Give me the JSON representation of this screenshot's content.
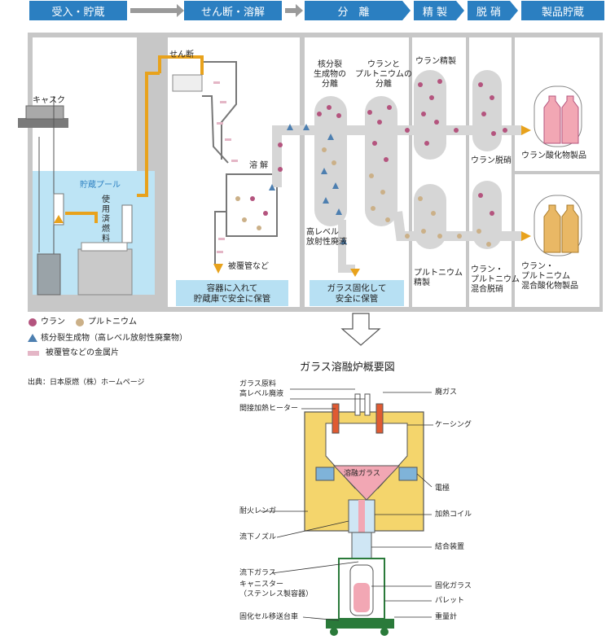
{
  "header": {
    "stages": [
      "受入・貯蔵",
      "せん断・溶解",
      "分　離",
      "精 製",
      "脱 硝",
      "製品貯蔵"
    ]
  },
  "process": {
    "cask": "キャスク",
    "storage_pool": "貯蔵プール",
    "spent_fuel": [
      "使",
      "用",
      "済",
      "燃",
      "料"
    ],
    "shearing": "せん断",
    "dissolving": "溶 解",
    "cladding": "被覆管など",
    "container_note": [
      "容器に入れて",
      "貯蔵庫で安全に保管"
    ],
    "fission_separation": [
      "核分裂",
      "生成物の",
      "分離"
    ],
    "u_pu_separation": [
      "ウランと",
      "プルトニウムの",
      "分離"
    ],
    "hlw": [
      "高レベル",
      "放射性廃液"
    ],
    "glass_note": [
      "ガラス固化して",
      "安全に保管"
    ],
    "u_purification": "ウラン精製",
    "pu_purification": [
      "プルトニウム",
      "精製"
    ],
    "u_denitration": "ウラン脱硝",
    "mixed_denitration": [
      "ウラン・",
      "プルトニウム",
      "混合脱硝"
    ],
    "u_product": "ウラン酸化物製品",
    "mixed_product": [
      "ウラン・",
      "プルトニウム",
      "混合酸化物製品"
    ]
  },
  "legend": {
    "uranium": "ウラン",
    "plutonium": "プルトニウム",
    "fission_products": "核分裂生成物（高レベル放射性廃棄物）",
    "metal_pieces": "被覆管などの金属片"
  },
  "source": "出典：日本原燃（株）ホームページ",
  "furnace": {
    "title": "ガラス溶融炉概要図",
    "labels": {
      "glass_material": "ガラス原料",
      "hlw": "高レベル廃液",
      "indirect_heater": "間接加熱ヒーター",
      "waste_gas": "廃ガス",
      "casing": "ケーシング",
      "molten_glass": "溶融ガラス",
      "electrode": "電極",
      "refractory": "耐火レンガ",
      "heating_coil": "加熱コイル",
      "nozzle": "流下ノズル",
      "coupling": "結合装置",
      "flowing_glass": "流下ガラス",
      "canister": [
        "キャニスター",
        "（ステンレス製容器）"
      ],
      "solid_glass": "固化ガラス",
      "pallet": "パレット",
      "cart": "固化セル移送台車",
      "weight": "重量計"
    }
  },
  "colors": {
    "stage_blue": "#2b7fc1",
    "uranium": "#b4547e",
    "plutonium": "#cbb088",
    "fission": "#4d7fb0",
    "pool": "#bde4f5",
    "transport": "#e8a21c",
    "glass_pink": "#f2a7b4",
    "refractory": "#f4d56c"
  }
}
